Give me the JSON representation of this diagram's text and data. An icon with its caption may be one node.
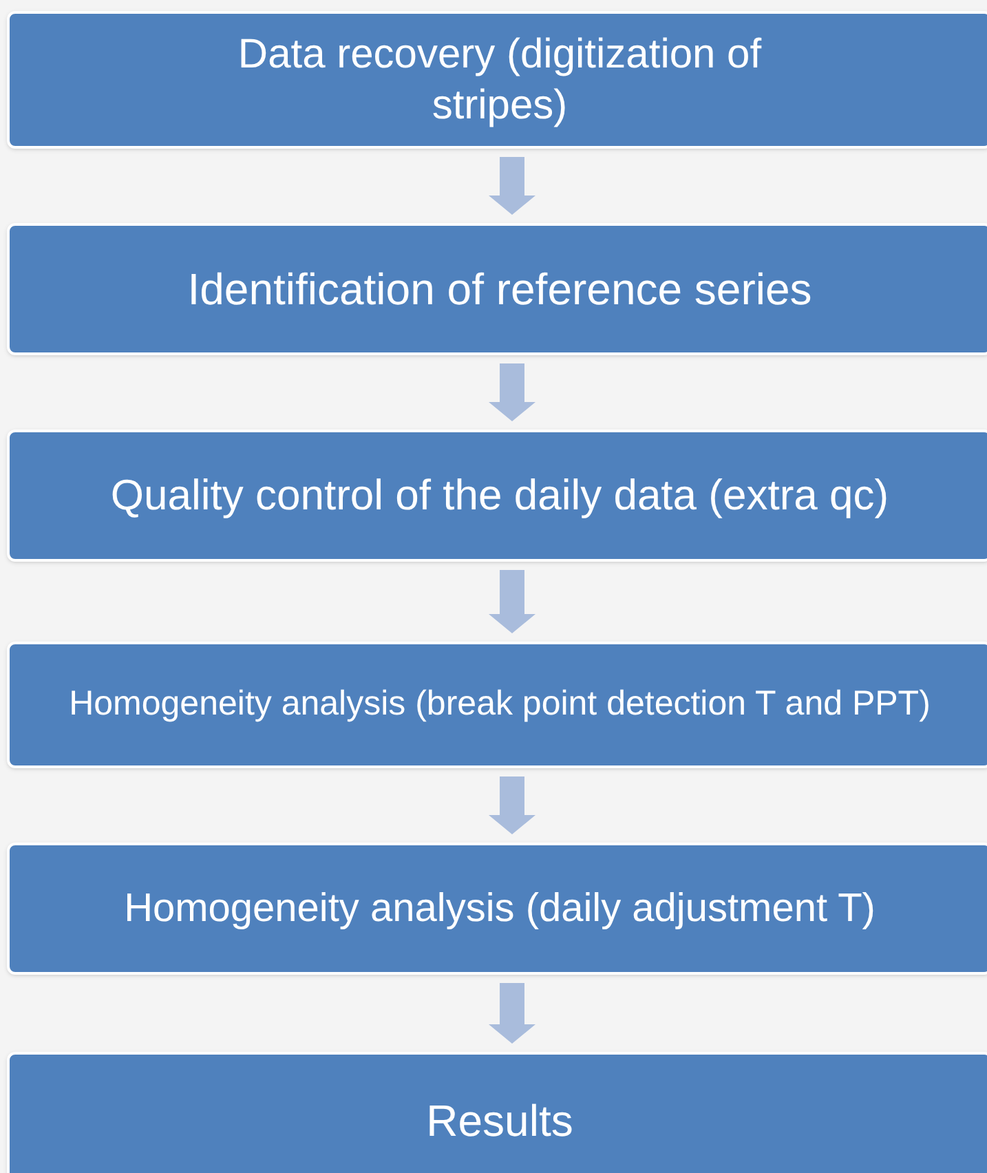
{
  "diagram": {
    "nodes": [
      {
        "text": [
          "Data recovery (digitization of stripes)"
        ]
      },
      {
        "text": [
          "Identification of reference series"
        ]
      },
      {
        "text": [
          "Quality control of the daily data (extra qc)"
        ]
      },
      {
        "text": [
          "Homogeneity analysis (break point detection T and PPT)"
        ]
      },
      {
        "text": [
          "Homogeneity analysis (daily adjustment T)"
        ]
      },
      {
        "text": [
          "Results"
        ]
      }
    ],
    "edges": [
      {
        "from": 0,
        "to": 1,
        "arrow": "to"
      },
      {
        "from": 1,
        "to": 2,
        "arrow": "to"
      },
      {
        "from": 2,
        "to": 3,
        "arrow": "to"
      },
      {
        "from": 3,
        "to": 4,
        "arrow": "to"
      },
      {
        "from": 4,
        "to": 5,
        "arrow": "to"
      }
    ]
  }
}
